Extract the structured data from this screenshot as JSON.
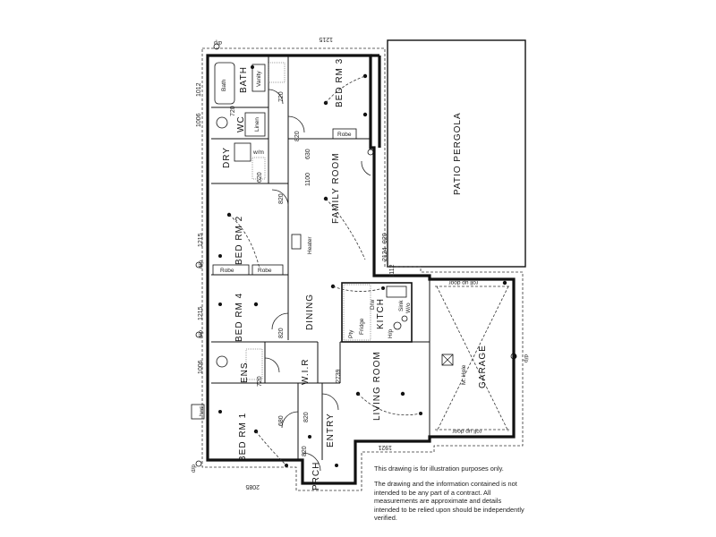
{
  "rooms": {
    "bed3": "BED RM 3",
    "bath": "BATH",
    "wc": "WC",
    "dry": "DRY",
    "family": "FAMILY ROOM",
    "patio": "PATIO PERGOLA",
    "bed2": "BED RM 2",
    "bed4": "BED RM 4",
    "dining": "DINING",
    "kitchen": "KITCH",
    "garage": "GARAGE",
    "wir": "W.I.R",
    "ens": "ENS",
    "living": "LIVING ROOM",
    "bed1": "BED RM 1",
    "entry": "ENTRY",
    "porch": "PRCH"
  },
  "fixtures": {
    "robe_bed3": "Robe",
    "robe_bed2a": "Robe",
    "robe_bed2b": "Robe",
    "bath_tub": "Bath",
    "vanity": "Vanity",
    "linen": "Linen",
    "wm": "w/m",
    "heater": "Heater",
    "pty": "Pty",
    "fridge": "Fridge",
    "dw": "D/w",
    "sink": "Sink",
    "ww": "W/o",
    "hp": "H/p",
    "man_hole": "M. Hole",
    "roll_up_door_top": "roll up door",
    "roll_up_door_bottom": "roll up door",
    "hws": "hws",
    "dp_top": "d/p",
    "dp_left1": "d/p",
    "dp_left2": "d/p",
    "dp_bottom": "d/p",
    "dp_right": "d/p"
  },
  "dimensions": {
    "d1215_top": "1215",
    "d1012": "1012",
    "d1006_a": "1006",
    "d1215_left": "1215",
    "d1215_left2": "1215",
    "d1006_b": "1006",
    "d2085": "2085",
    "d720_a": "720",
    "d720_b": "720",
    "d620": "620",
    "d820_a": "820",
    "d820_b": "820",
    "d820_c": "820",
    "d820_d": "820",
    "d820_e": "820",
    "d1100": "1100",
    "d630": "630",
    "d920": "920",
    "d2124": "2124",
    "d1112": "1112",
    "d2739": "2739",
    "d1921": "1921",
    "d680": "680",
    "d720_c": "720"
  },
  "disclaimer": {
    "line1": "This drawing is for illustration purposes only.",
    "line2": "The drawing and the information contained is not intended to be any part of a contract. All measurements are approximate and details intended to be relied upon should be independently verified."
  }
}
